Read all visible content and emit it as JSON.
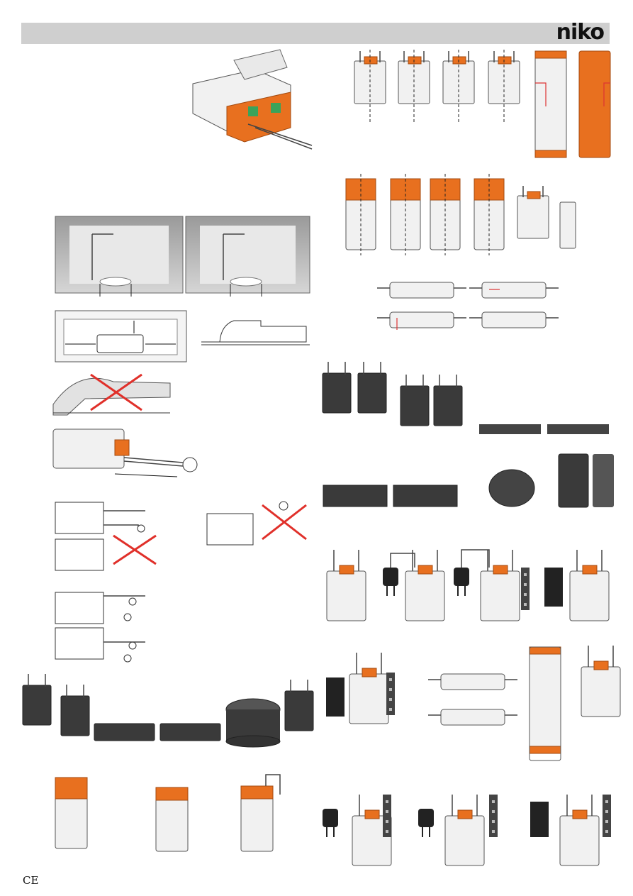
{
  "header": {
    "brand": "niko"
  },
  "footer": {
    "certification_mark": "CE"
  },
  "colors": {
    "header_bar": "#cfcfcf",
    "accent_orange": "#e8701f",
    "device_body": "#f1f1f1",
    "dark_device": "#3a3a3a",
    "cross_red": "#e0302a"
  },
  "icons": [
    "niko-logo",
    "ce-mark",
    "lamp-icon",
    "cross-icon",
    "plug-icon",
    "socket-icon"
  ]
}
